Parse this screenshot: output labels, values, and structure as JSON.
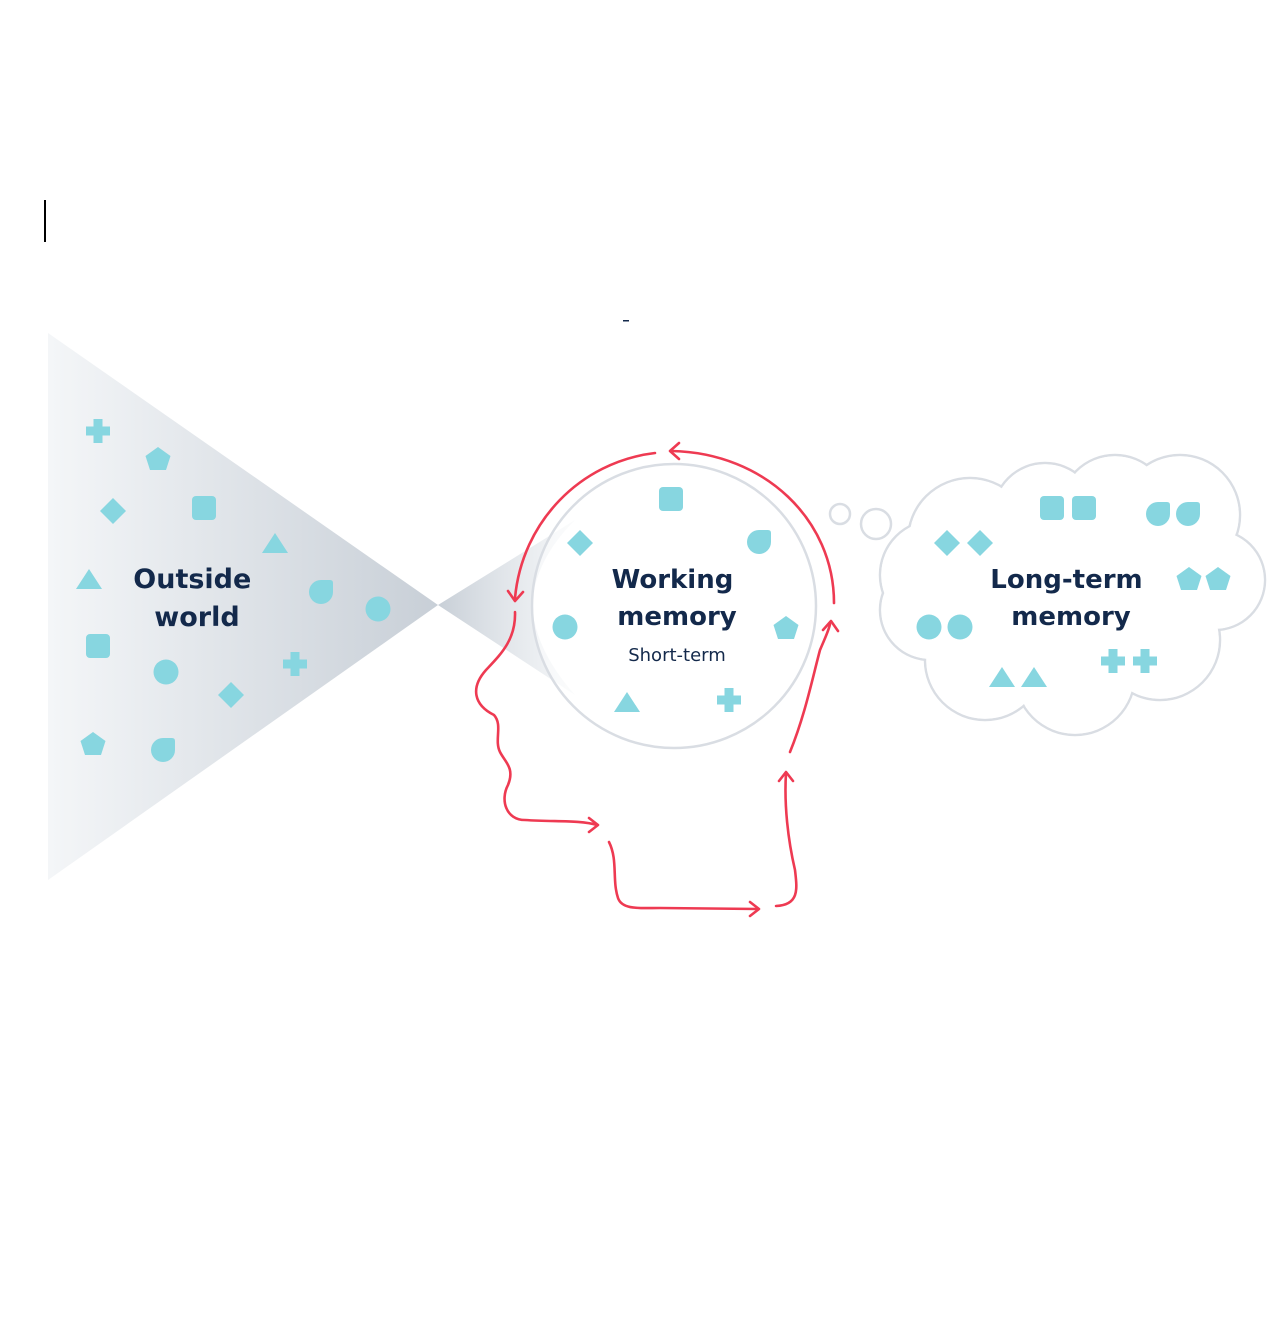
{
  "labels": {
    "outside_world": [
      "Outside",
      "world"
    ],
    "working_memory": [
      "Working",
      "memory"
    ],
    "working_memory_sub": "Short-term",
    "long_term_memory": [
      "Long-term",
      "memory"
    ]
  },
  "colors": {
    "shape": "#87d6e0",
    "text": "#13294b",
    "arrow": "#ee3a52",
    "outline": "#d9dde3"
  },
  "icons": {
    "outside_world_shapes": [
      "cross",
      "pentagon",
      "diamond",
      "square",
      "triangle",
      "triangle",
      "drop",
      "circle",
      "square",
      "cross",
      "circle",
      "diamond",
      "pentagon",
      "drop"
    ],
    "working_memory_shapes": [
      "square",
      "diamond",
      "drop",
      "circle",
      "pentagon",
      "triangle",
      "cross"
    ],
    "long_term_memory_shapes": [
      "square",
      "square",
      "drop",
      "drop",
      "diamond",
      "diamond",
      "pentagon",
      "pentagon",
      "circle",
      "circle",
      "triangle",
      "triangle",
      "cross",
      "cross"
    ]
  }
}
